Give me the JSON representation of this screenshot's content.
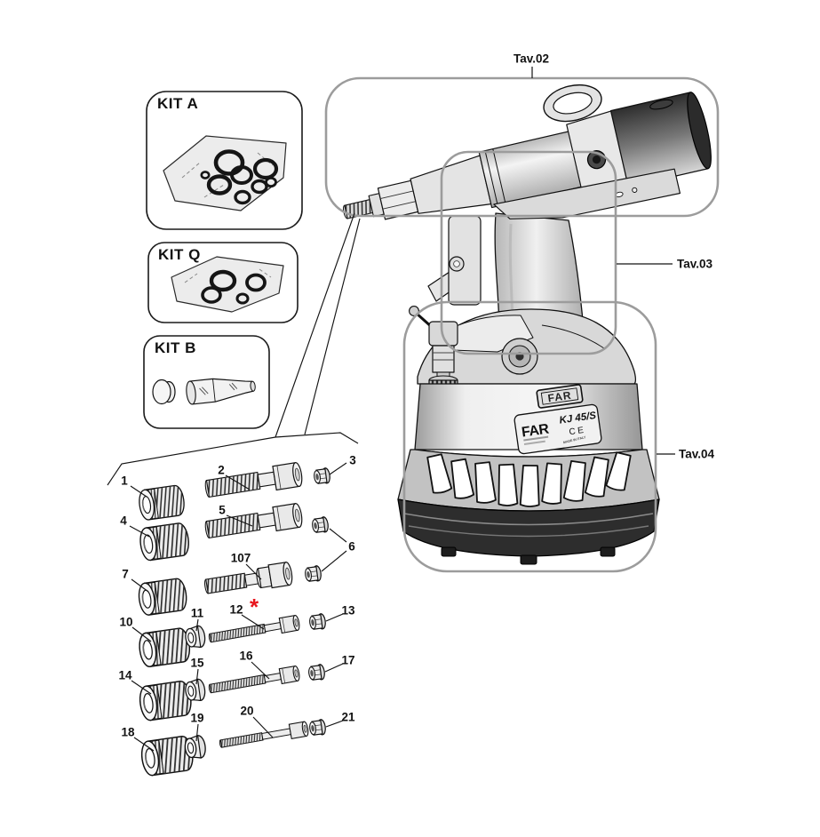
{
  "page": {
    "title": "FAR KJ 45/S riveting tool spare parts diagram"
  },
  "tavs": [
    {
      "id": "tav02",
      "label": "Tav.02"
    },
    {
      "id": "tav03",
      "label": "Tav.03"
    },
    {
      "id": "tav04",
      "label": "Tav.04"
    }
  ],
  "kits": [
    {
      "id": "kit-a",
      "label": "KIT A"
    },
    {
      "id": "kit-q",
      "label": "KIT Q"
    },
    {
      "id": "kit-b",
      "label": "KIT B"
    }
  ],
  "tool": {
    "brand": "FAR",
    "brand_embossed": "FAR",
    "model": "KJ 45/S",
    "ce_mark": "CE",
    "made_in": "MADE IN ITALY"
  },
  "callouts": [
    {
      "id": "p1",
      "label": "1"
    },
    {
      "id": "p2",
      "label": "2"
    },
    {
      "id": "p3",
      "label": "3"
    },
    {
      "id": "p4",
      "label": "4"
    },
    {
      "id": "p5",
      "label": "5"
    },
    {
      "id": "p6",
      "label": "6"
    },
    {
      "id": "p107",
      "label": "107"
    },
    {
      "id": "p7",
      "label": "7"
    },
    {
      "id": "p10",
      "label": "10"
    },
    {
      "id": "p11",
      "label": "11"
    },
    {
      "id": "p12",
      "label": "12"
    },
    {
      "id": "p13",
      "label": "13"
    },
    {
      "id": "p14",
      "label": "14"
    },
    {
      "id": "p15",
      "label": "15"
    },
    {
      "id": "p16",
      "label": "16"
    },
    {
      "id": "p17",
      "label": "17"
    },
    {
      "id": "p18",
      "label": "18"
    },
    {
      "id": "p19",
      "label": "19"
    },
    {
      "id": "p20",
      "label": "20"
    },
    {
      "id": "p21",
      "label": "21"
    }
  ],
  "special_marker": {
    "symbol": "*",
    "color": "#e8151d"
  },
  "colors": {
    "frame_gray": "#9c9c9c",
    "line_black": "#141414",
    "accent_red": "#e8151d"
  }
}
